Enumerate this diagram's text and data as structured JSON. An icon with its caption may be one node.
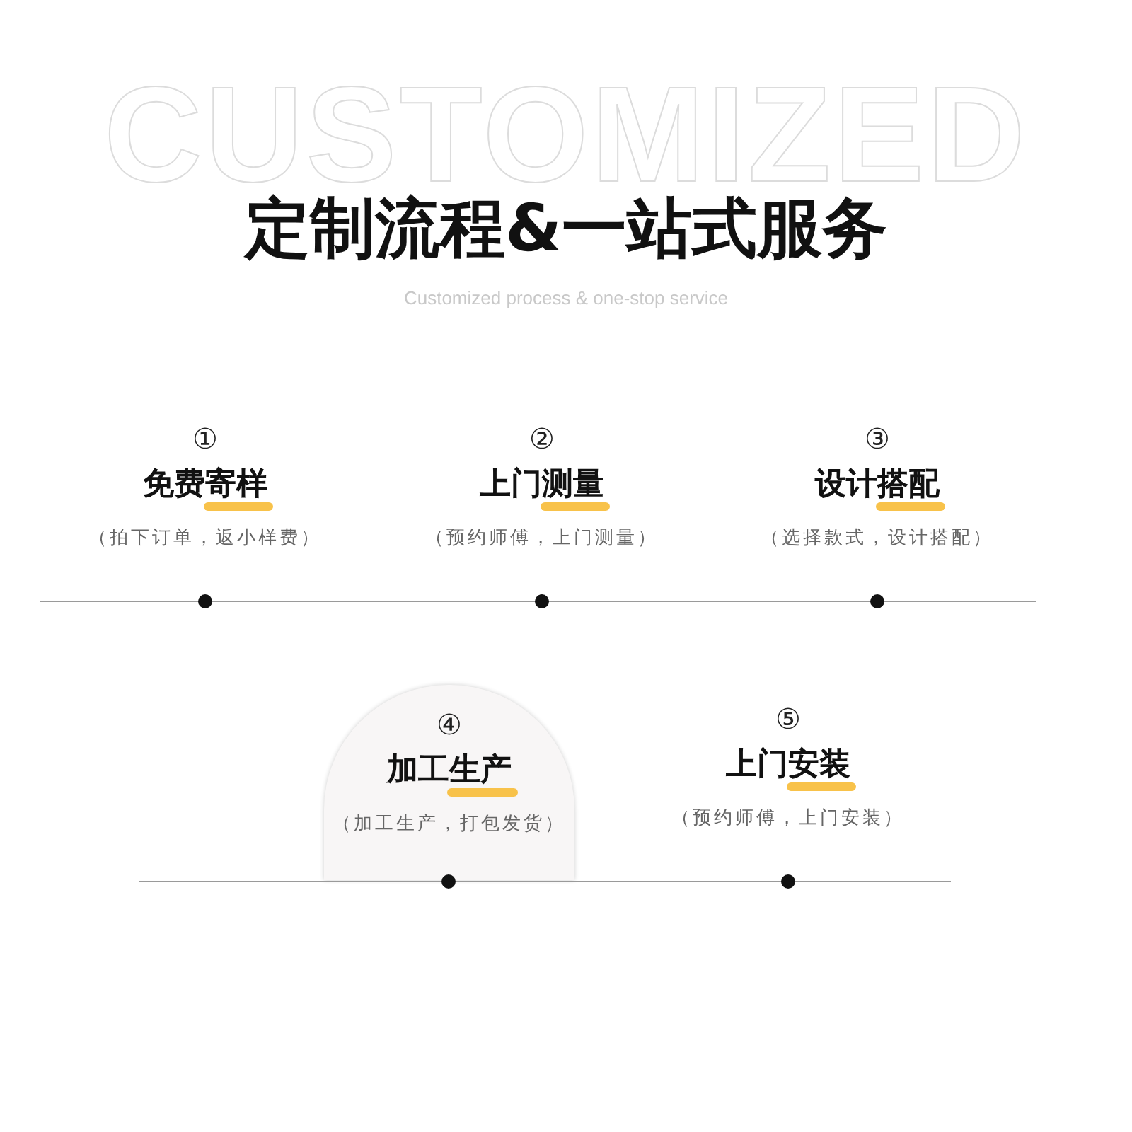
{
  "diagram": {
    "title": "定制流程&一站式服务",
    "nodes": [
      {
        "text": [
          "①",
          "免费寄样",
          "（拍下订单，返小样费）"
        ]
      },
      {
        "text": [
          "②",
          "上门测量",
          "（预约师傅，上门测量）"
        ]
      },
      {
        "text": [
          "③",
          "设计搭配",
          "（选择款式，设计搭配）"
        ]
      },
      {
        "text": [
          "④",
          "加工生产",
          "（加工生产，打包发货）"
        ]
      },
      {
        "text": [
          "⑤",
          "上门安装",
          "（预约师傅，上门安装）"
        ]
      }
    ],
    "edges": [],
    "labels": [
      "CUSTOMIZED",
      "Customized process & one-stop service"
    ]
  }
}
